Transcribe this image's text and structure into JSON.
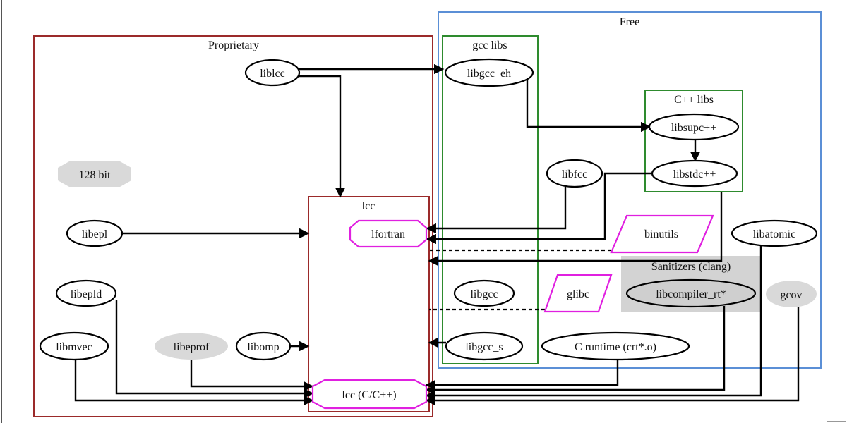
{
  "clusters": {
    "free": {
      "label": "Free",
      "color": "#5b8fd6"
    },
    "proprietary": {
      "label": "Proprietary",
      "color": "#9b2a2a"
    },
    "gcc_libs": {
      "label": "gcc libs",
      "color": "#2e8b2e"
    },
    "cpp_libs": {
      "label": "C++ libs",
      "color": "#2e8b2e"
    },
    "lcc": {
      "label": "lcc",
      "color": "#9b2a2a"
    },
    "sanitizers": {
      "label": "Sanitizers (clang)",
      "color": "#d3d3d3"
    }
  },
  "nodes": {
    "liblcc": "liblcc",
    "bit128": "128 bit",
    "libepl": "libepl",
    "libepld": "libepld",
    "libmvec": "libmvec",
    "libeprof": "libeprof",
    "libomp": "libomp",
    "lfortran": "lfortran",
    "lcc_c": "lcc (C/C++)",
    "libgcc_eh": "libgcc_eh",
    "libgcc": "libgcc",
    "libgcc_s": "libgcc_s",
    "libfcc": "libfcc",
    "libsupcpp": "libsupc++",
    "libstdcpp": "libstdc++",
    "binutils": "binutils",
    "glibc": "glibc",
    "libatomic": "libatomic",
    "libcompiler_rt": "libcompiler_rt*",
    "gcov": "gcov",
    "crt": "C runtime (crt*.o)"
  },
  "colors": {
    "edge": "#000000",
    "highlight": "#e020e0",
    "grey_node": "#d9d9d9"
  }
}
